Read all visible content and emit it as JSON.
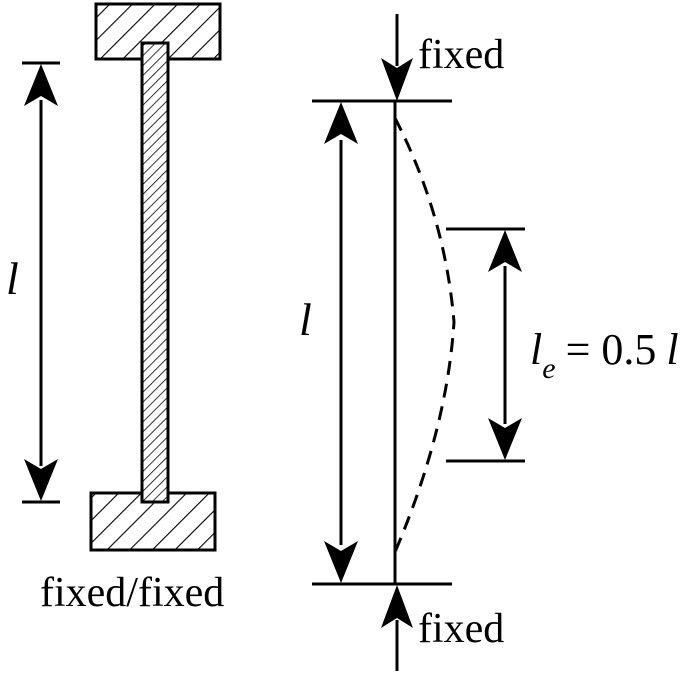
{
  "colors": {
    "stroke": "#000000",
    "background": "#ffffff"
  },
  "left_figure": {
    "length_label": "l",
    "support_label": "fixed/fixed"
  },
  "right_figure": {
    "top_support_label": "fixed",
    "bottom_support_label": "fixed",
    "length_label": "l",
    "effective_length": {
      "symbol": "l",
      "subscript": "e",
      "equals": "= 0.5",
      "unit_symbol": "l"
    }
  }
}
